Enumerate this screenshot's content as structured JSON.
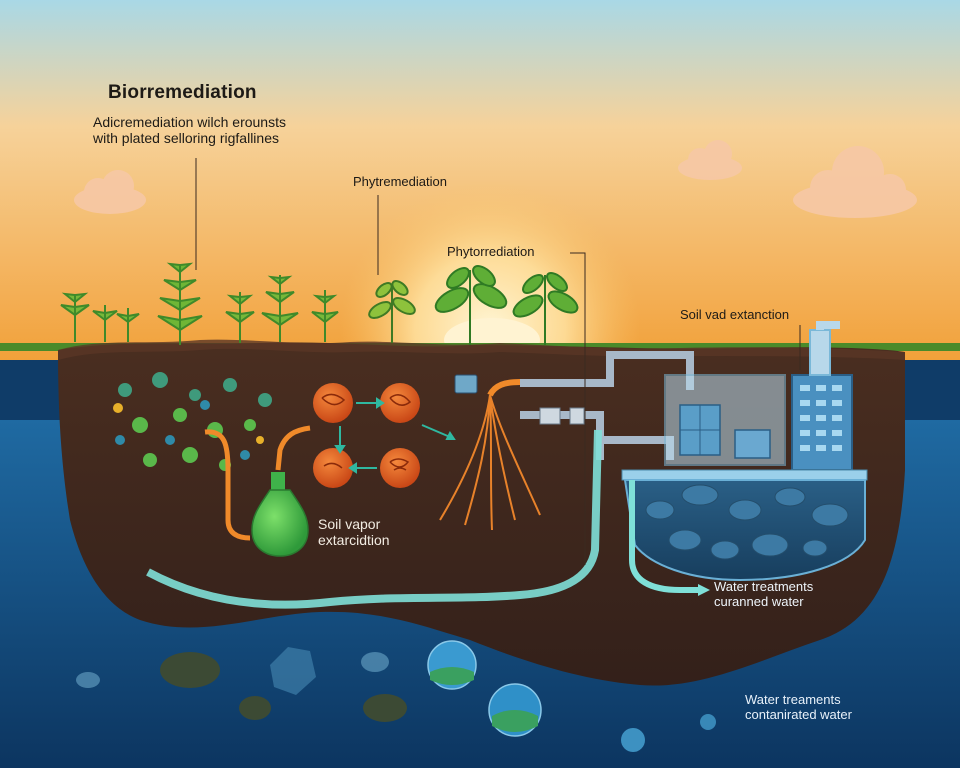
{
  "labels": {
    "title": "Biorremediation",
    "subtitle_line1": "Adicremediation wilch erounsts",
    "subtitle_line2": "with plated selloring rigfallines",
    "phyto_1": "Phytremediation",
    "phyto_2": "Phytorrediation",
    "sve_top": "Soil vad extanction",
    "sve_mid_line1": "Soil vapor",
    "sve_mid_line2": "extarcidtion",
    "water_1_line1": "Water treatments",
    "water_1_line2": "curanned water",
    "water_2_line1": "Water treaments",
    "water_2_line2": "contanirated water"
  },
  "colors": {
    "sky_top": "#a9d8e6",
    "sky_bottom": "#f2a13a",
    "grass": "#4a8a2a",
    "soil": "#3b2418",
    "water": "#134e82",
    "pipe_orange": "#f08a2a",
    "pipe_cyan": "#7fe0d8",
    "flask": "#3fb34a",
    "microbe": "#e85f24",
    "equipment": "#7ab8d8"
  },
  "icons": [
    "plant-icon",
    "microbe-icon",
    "flask-icon",
    "root-icon",
    "pipe-icon",
    "treatment-unit-icon",
    "water-tank-icon",
    "cloud-icon"
  ]
}
